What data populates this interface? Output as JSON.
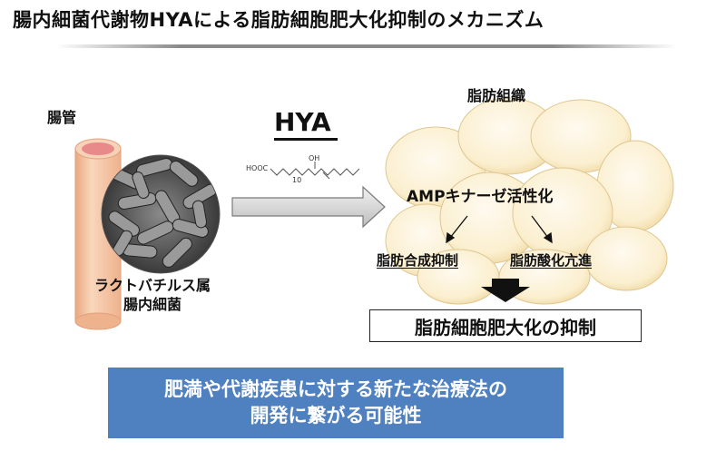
{
  "title": "腸内細菌代謝物HYAによる脂肪細胞肥大化抑制のメカニズム",
  "labels": {
    "intestine": "腸管",
    "bacteria_line1": "ラクトバチルス属",
    "bacteria_line2": "腸内細菌",
    "hya": "HYA",
    "adipose_tissue": "脂肪組織",
    "ampk": "AMPキナーゼ活性化",
    "lipogenesis": "脂肪合成抑制",
    "fat_oxidation": "脂肪酸化亢進",
    "result": "脂肪細胞肥大化の抑制",
    "conclusion_line1": "肥満や代謝疾患に対する新たな治療法の",
    "conclusion_line2": "開発に繋がる可能性"
  },
  "chemical": {
    "hooc": "HOOC",
    "oh": "OH",
    "subscript": "10"
  },
  "colors": {
    "banner": "#4f81c1",
    "intestine_tube": "#f5c9a8",
    "intestine_lumen": "#e98a8a",
    "fat_cell": "#fbf1d2"
  }
}
